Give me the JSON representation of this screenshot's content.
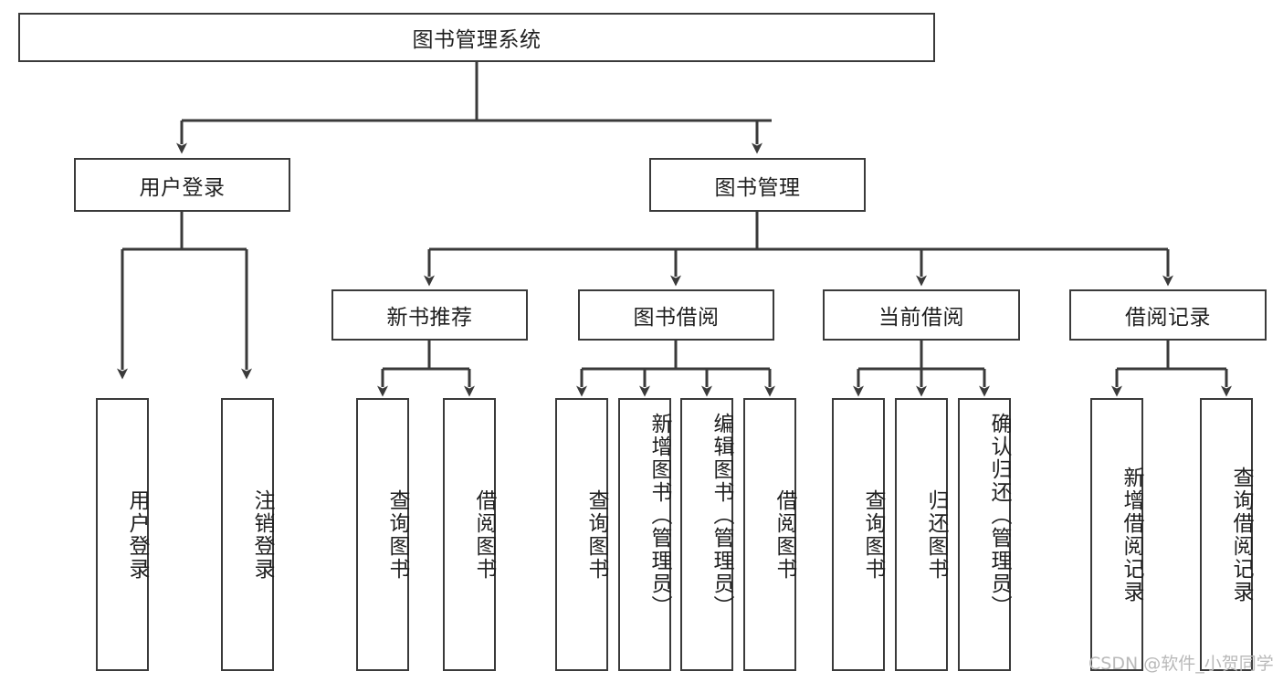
{
  "diagram": {
    "type": "tree",
    "title_node": "图书管理系统",
    "root": {
      "label": "图书管理系统"
    },
    "level2": [
      {
        "label": "用户登录"
      },
      {
        "label": "图书管理"
      }
    ],
    "level3": [
      {
        "label": "新书推荐"
      },
      {
        "label": "图书借阅"
      },
      {
        "label": "当前借阅"
      },
      {
        "label": "借阅记录"
      }
    ],
    "leaves": {
      "user_login": [
        {
          "label": "用户登录"
        },
        {
          "label": "注销登录"
        }
      ],
      "new_book_recommend": [
        {
          "label": "查询图书"
        },
        {
          "label": "借阅图书"
        }
      ],
      "book_borrow": [
        {
          "label": "查询图书"
        },
        {
          "label": "新增图书（管理员）"
        },
        {
          "label": "编辑图书（管理员）"
        },
        {
          "label": "借阅图书"
        }
      ],
      "current_borrow": [
        {
          "label": "查询图书"
        },
        {
          "label": "归还图书"
        },
        {
          "label": "确认归还（管理员）"
        }
      ],
      "borrow_record": [
        {
          "label": "新增借阅记录"
        },
        {
          "label": "查询借阅记录"
        }
      ]
    }
  },
  "watermark": {
    "text": "CSDN @软件_小贺同学"
  },
  "colors": {
    "background": "#ffffff",
    "box_border": "#3a3a3a",
    "box_fill": "#ffffff",
    "text": "#1f1f1f",
    "connector": "#3a3a3a",
    "watermark": "#b9b9b9"
  }
}
